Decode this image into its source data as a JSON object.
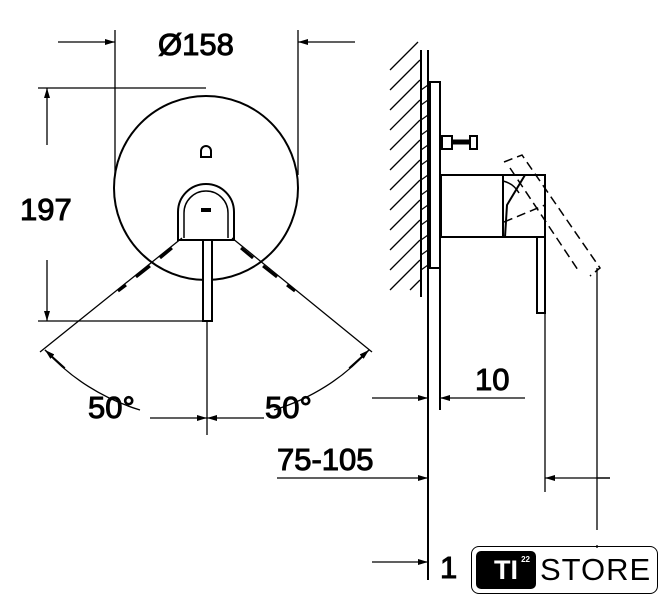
{
  "dimensions": {
    "diameter": "Ø158",
    "height": "197",
    "angle_left": "50°",
    "angle_right": "50°",
    "projection": "10",
    "wall_depth": "75-105",
    "min_gap": "1"
  },
  "logo": {
    "brand": "TI",
    "superscript": "22",
    "store": "STORE"
  }
}
